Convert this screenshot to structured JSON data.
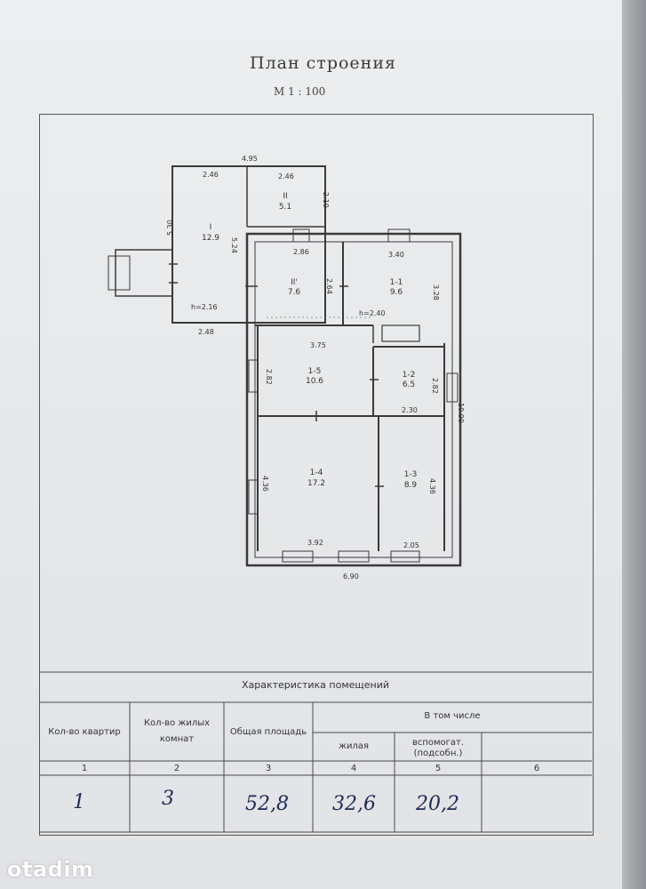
{
  "document": {
    "title": "План строения",
    "scale": "М 1 : 100"
  },
  "plan": {
    "rooms": [
      {
        "id": "I",
        "area": "12.9"
      },
      {
        "id": "II",
        "area": "5.1"
      },
      {
        "id": "II'",
        "area": "7.6"
      },
      {
        "id": "1-1",
        "area": "9.6"
      },
      {
        "id": "1-5",
        "area": "10.6"
      },
      {
        "id": "1-2",
        "area": "6.5"
      },
      {
        "id": "1-4",
        "area": "17.2"
      },
      {
        "id": "1-3",
        "area": "8.9"
      }
    ],
    "dimensions": [
      "4.95",
      "2.46",
      "2.46",
      "5.30",
      "2.10",
      "5.24",
      "2.86",
      "3.40",
      "2.64",
      "3.28",
      "h=2.16",
      "h=2.40",
      "2.48",
      "3.75",
      "2.82",
      "2.82",
      "2.30",
      "10.90",
      "4.36",
      "4.36",
      "3.92",
      "2.05",
      "6.90"
    ]
  },
  "table": {
    "title": "Характеристика помещений",
    "headers": {
      "apartments": "Кол-во квартир",
      "living_rooms_l1": "Кол-во жилых",
      "living_rooms_l2": "комнат",
      "total_area": "Общая площадь",
      "including": "В том числе",
      "living": "жилая",
      "auxiliary_l1": "вспомогат.",
      "auxiliary_l2": "(подсобн.)"
    },
    "column_numbers": [
      "1",
      "2",
      "3",
      "4",
      "5",
      "6"
    ],
    "values": {
      "apartments": "1",
      "living_rooms": "3",
      "total_area": "52,8",
      "living": "32,6",
      "auxiliary": "20,2"
    }
  },
  "watermark": "otadim",
  "colors": {
    "paper": "#e6e8ea",
    "ink": "#333333",
    "handwriting": "#1f2a55"
  }
}
